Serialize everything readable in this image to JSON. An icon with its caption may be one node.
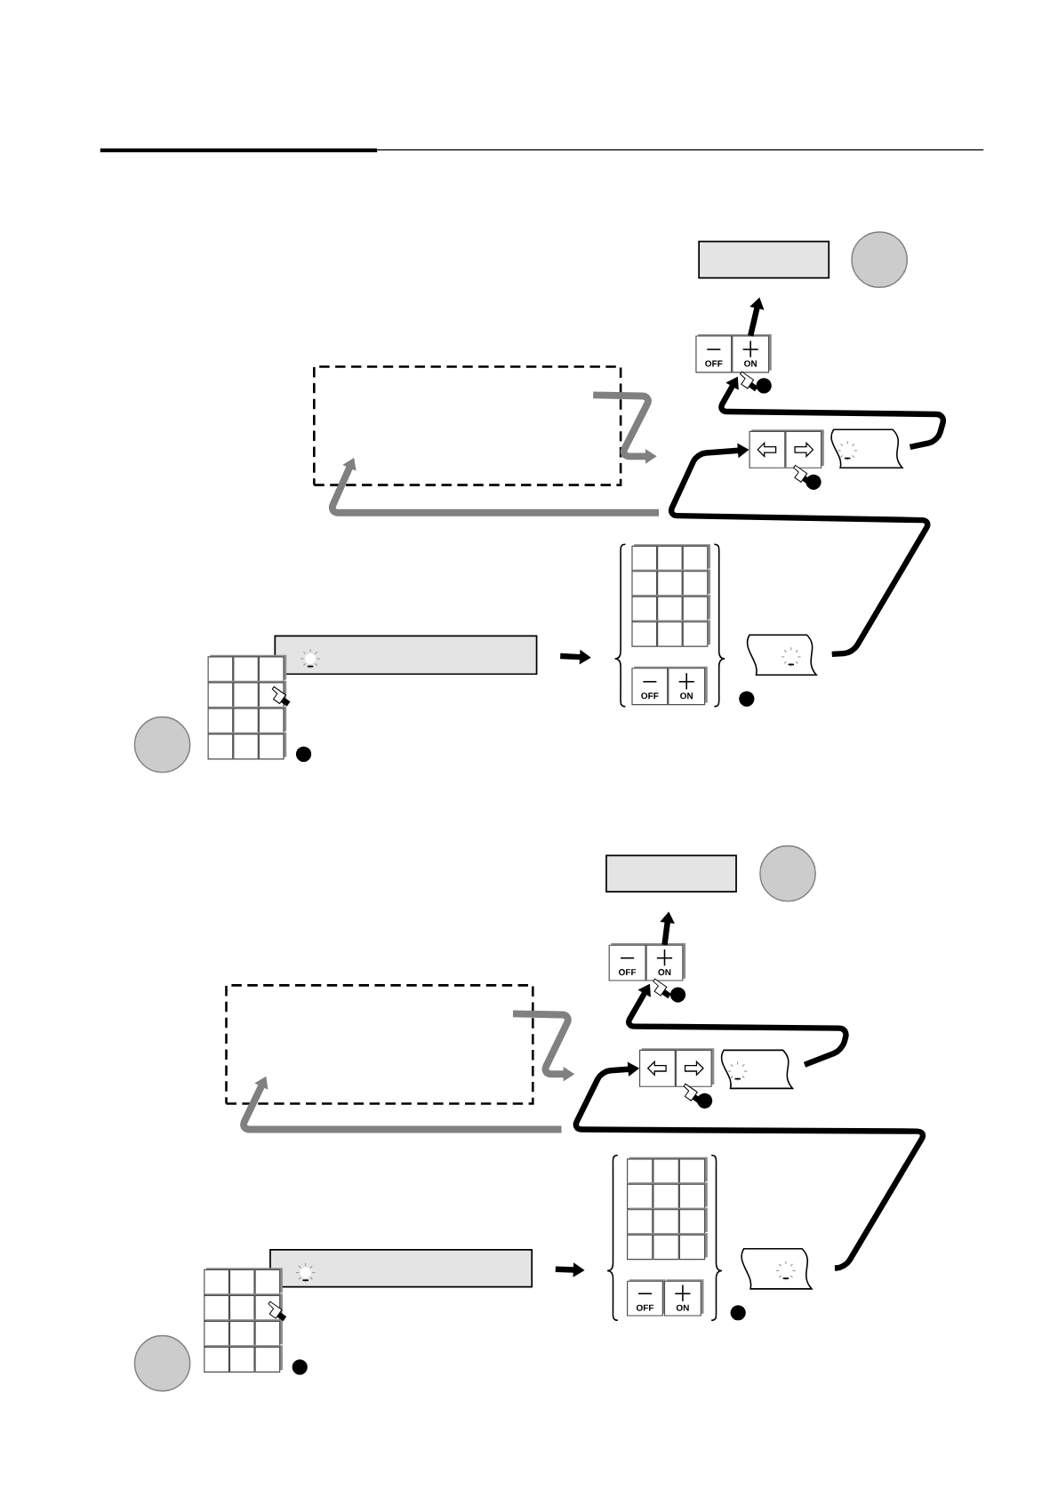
{
  "diagram": {
    "nodes": [
      {
        "text": [],
        "shape": "box"
      },
      {
        "text": [
          "OFF"
        ]
      },
      {
        "text": [
          "ON"
        ]
      },
      {
        "text": [],
        "shape": "box"
      },
      {
        "text": [],
        "shape": "box"
      },
      {
        "text": [],
        "shape": "box"
      },
      {
        "text": [],
        "shape": "box"
      },
      {
        "text": [],
        "shape": "box"
      },
      {
        "text": [],
        "shape": "box"
      },
      {
        "text": [],
        "shape": "box"
      },
      {
        "text": [],
        "shape": "box",
        "in": 9
      },
      {
        "text": [
          "OFF"
        ],
        "in": 9
      },
      {
        "text": [
          "ON"
        ],
        "in": 9
      },
      {
        "text": [],
        "shape": "box"
      },
      {
        "text": [],
        "shape": "box"
      },
      {
        "text": [
          "OFF"
        ]
      },
      {
        "text": [
          "ON"
        ]
      },
      {
        "text": [],
        "shape": "box"
      },
      {
        "text": [],
        "shape": "box"
      },
      {
        "text": [],
        "shape": "box"
      },
      {
        "text": [],
        "shape": "box"
      },
      {
        "text": [],
        "shape": "box"
      },
      {
        "text": [],
        "shape": "box"
      },
      {
        "text": [],
        "shape": "box"
      },
      {
        "text": [],
        "shape": "box",
        "in": 23
      },
      {
        "text": [
          "OFF"
        ],
        "in": 23
      },
      {
        "text": [
          "ON"
        ],
        "in": 23
      },
      {
        "text": [],
        "shape": "box"
      }
    ],
    "edges": [
      {
        "from": 2,
        "to": 0,
        "arrow": "to"
      },
      {
        "from": 6,
        "to": 2,
        "arrow": "to"
      },
      {
        "from": null,
        "to": 3,
        "arrow": "to",
        "color": "#808080"
      },
      {
        "from": 3,
        "to": null,
        "arrow": "to",
        "color": "#808080"
      },
      {
        "from": 7,
        "to": 9,
        "arrow": "to"
      },
      {
        "from": 13,
        "to": 4,
        "arrow": "to"
      },
      {
        "from": 16,
        "to": 14,
        "arrow": "to"
      },
      {
        "from": 20,
        "to": 16,
        "arrow": "to"
      },
      {
        "from": null,
        "to": 17,
        "arrow": "to",
        "color": "#808080"
      },
      {
        "from": 17,
        "to": null,
        "arrow": "to",
        "color": "#808080"
      },
      {
        "from": 21,
        "to": 23,
        "arrow": "to"
      },
      {
        "from": 27,
        "to": 18,
        "arrow": "to"
      }
    ]
  }
}
